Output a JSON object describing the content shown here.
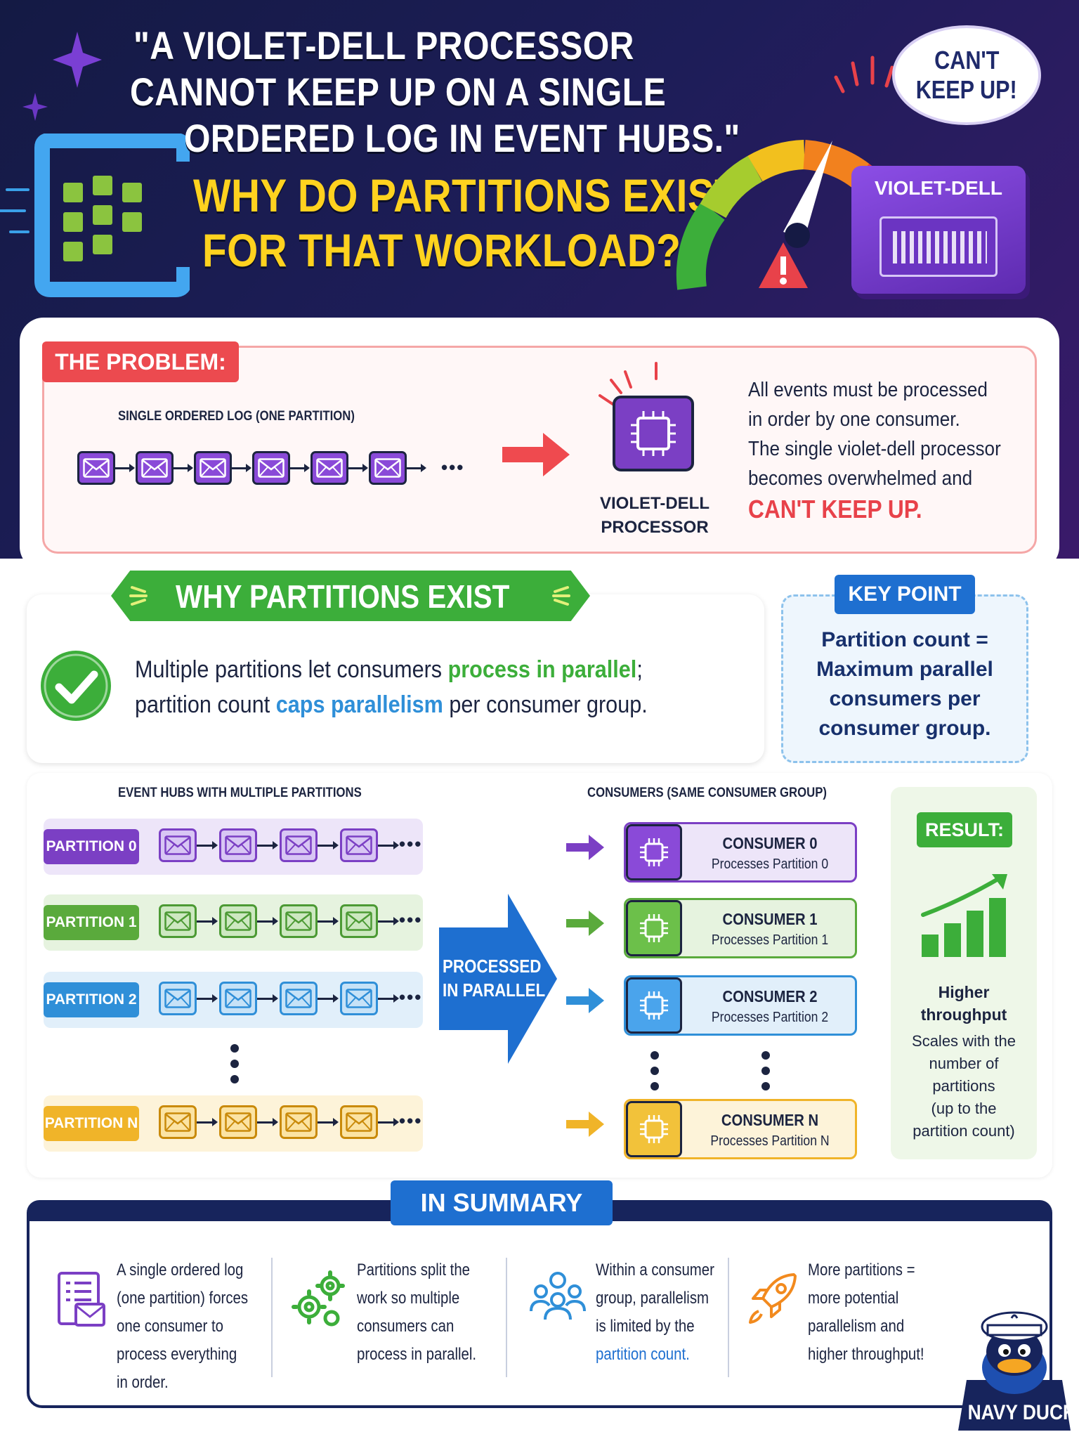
{
  "header": {
    "quote_lines": [
      "\"A VIOLET-DELL PROCESSOR",
      "CANNOT KEEP UP ON A SINGLE",
      "ORDERED LOG IN EVENT HUBS.\""
    ],
    "question_lines": [
      "WHY DO PARTITIONS EXIST",
      "FOR THAT WORKLOAD?\""
    ],
    "speech_bubble": [
      "CAN'T",
      "KEEP UP!"
    ],
    "device_label": "VIOLET-DELL"
  },
  "problem": {
    "tag": "THE PROBLEM:",
    "log_label": "SINGLE ORDERED LOG (ONE PARTITION)",
    "ellipsis": "•••",
    "processor_label": [
      "VIOLET-DELL",
      "PROCESSOR"
    ],
    "description": [
      "All events must be processed",
      "in order by one consumer.",
      "The single violet-dell processor",
      "becomes overwhelmed and"
    ],
    "emphasis": "CAN'T KEEP UP."
  },
  "why": {
    "banner": "WHY PARTITIONS EXIST",
    "sentence_a": "Multiple partitions let consumers ",
    "highlight_green": "process in parallel",
    "sentence_b": ";",
    "sentence_c": "partition count ",
    "highlight_blue": "caps parallelism",
    "sentence_d": " per consumer group."
  },
  "key_point": {
    "tag": "KEY POINT",
    "lines": [
      "Partition count =",
      "Maximum parallel",
      "consumers per",
      "consumer group."
    ]
  },
  "diagram": {
    "left_heading": "EVENT HUBS WITH MULTIPLE PARTITIONS",
    "right_heading": "CONSUMERS (SAME CONSUMER GROUP)",
    "center_label": [
      "PROCESSED",
      "IN PARALLEL"
    ],
    "ellipsis": "•••",
    "partitions": [
      {
        "label": "PARTITION 0",
        "color": "#7b3fc4"
      },
      {
        "label": "PARTITION 1",
        "color": "#5aaa3c"
      },
      {
        "label": "PARTITION 2",
        "color": "#2f8fd8"
      },
      {
        "label": "PARTITION N",
        "color": "#f0b429"
      }
    ],
    "consumers": [
      {
        "title": "CONSUMER 0",
        "subtitle": "Processes Partition 0"
      },
      {
        "title": "CONSUMER 1",
        "subtitle": "Processes Partition 1"
      },
      {
        "title": "CONSUMER 2",
        "subtitle": "Processes Partition 2"
      },
      {
        "title": "CONSUMER N",
        "subtitle": "Processes Partition N"
      }
    ]
  },
  "result": {
    "tag": "RESULT:",
    "headline": [
      "Higher",
      "throughput"
    ],
    "detail": [
      "Scales with the",
      "number of",
      "partitions",
      "(up to the",
      "partition count)"
    ]
  },
  "summary": {
    "title": "IN SUMMARY",
    "items": [
      {
        "icon": "envelope-list-icon",
        "lines": [
          "A single ordered log",
          "(one partition) forces",
          "one consumer to",
          "process everything",
          "in order."
        ]
      },
      {
        "icon": "gears-icon",
        "lines": [
          "Partitions split the",
          "work so multiple",
          "consumers can",
          "process in parallel."
        ]
      },
      {
        "icon": "group-icon",
        "lines": [
          "Within a consumer",
          "group, parallelism",
          "is limited by the"
        ],
        "highlight": "partition count."
      },
      {
        "icon": "rocket-icon",
        "lines": [
          "More partitions =",
          "more potential",
          "parallelism and",
          "higher throughput!"
        ]
      }
    ],
    "mascot_label": "NAVY DUCK"
  },
  "colors": {
    "purple": "#7b3fc4",
    "green": "#4cae3a",
    "blue": "#2f8fd8",
    "yellow": "#f0b429",
    "red": "#e8424a",
    "navy": "#17245c"
  }
}
